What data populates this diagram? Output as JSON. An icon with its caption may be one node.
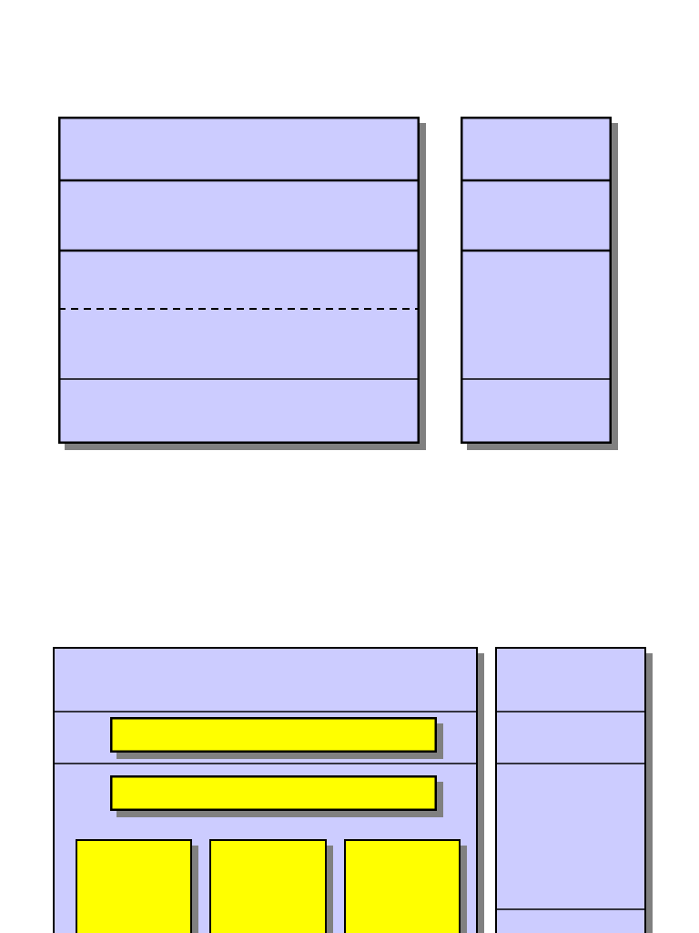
{
  "diagram": {
    "nodes": [
      {
        "text": [],
        "shape": "box"
      },
      {
        "text": [],
        "shape": "box"
      },
      {
        "text": [],
        "shape": "box"
      },
      {
        "text": [],
        "shape": "box",
        "in": 2
      },
      {
        "text": [],
        "shape": "box",
        "in": 2
      },
      {
        "text": [],
        "shape": "box",
        "in": 2
      },
      {
        "text": [],
        "shape": "box",
        "in": 2
      },
      {
        "text": [],
        "shape": "box",
        "in": 2
      },
      {
        "text": [],
        "shape": "box"
      }
    ]
  }
}
